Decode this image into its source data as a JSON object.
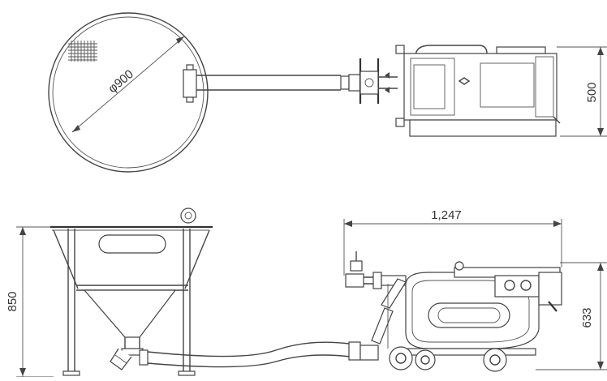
{
  "dimensions": {
    "tank_diameter": "φ900",
    "top_view_width": "500",
    "pump_length": "1,247",
    "hopper_height": "850",
    "pump_height": "633"
  },
  "colors": {
    "line": "#444444",
    "background": "#ffffff"
  }
}
